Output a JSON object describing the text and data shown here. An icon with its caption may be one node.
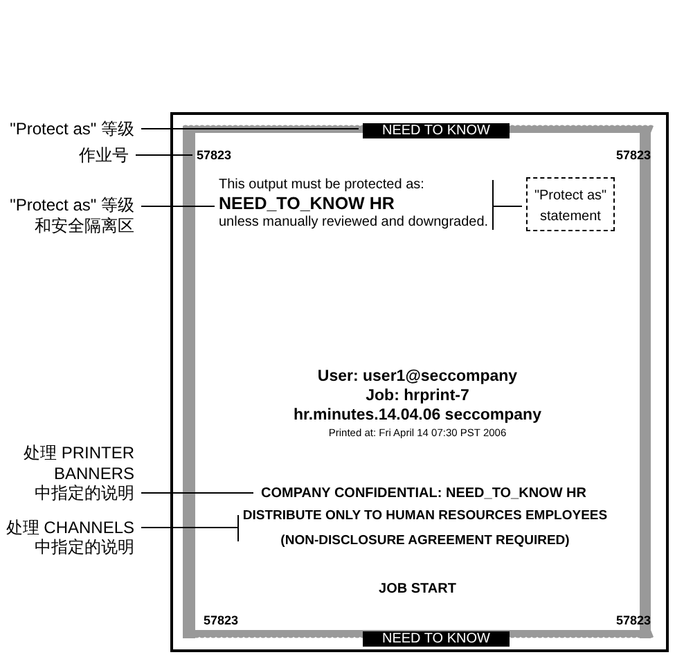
{
  "diagram": {
    "nodes": [
      {
        "text": [
          "\"Protect as\" 等级"
        ]
      },
      {
        "text": [
          "NEED TO KNOW"
        ]
      },
      {
        "text": [
          "作业号"
        ]
      },
      {
        "text": [
          "57823"
        ]
      },
      {
        "text": [
          "\"Protect as\" 等级和安全隔离区"
        ]
      },
      {
        "text": [
          "This output must be protected as:",
          "NEED_TO_KNOW HR",
          "unless manually reviewed and downgraded."
        ]
      },
      {
        "text": [
          "\"Protect as\" statement"
        ]
      },
      {
        "text": [
          "处理 PRINTER BANNERS 中指定的说明"
        ]
      },
      {
        "text": [
          "处理 CHANNELS 中指定的说明"
        ]
      },
      {
        "text": [
          "COMPANY CONFIDENTIAL: NEED_TO_KNOW HR"
        ]
      },
      {
        "text": [
          "DISTRIBUTE ONLY TO HUMAN RESOURCES EMPLOYEES",
          "(NON-DISCLOSURE AGREEMENT REQUIRED)"
        ]
      },
      {
        "text": [
          "NEED TO KNOW"
        ]
      }
    ],
    "edges": [
      {
        "from": 0,
        "to": 1,
        "arrow": "none"
      },
      {
        "from": 2,
        "to": 3,
        "arrow": "none"
      },
      {
        "from": 4,
        "to": 5,
        "arrow": "none"
      },
      {
        "from": 5,
        "to": 6,
        "arrow": "none"
      },
      {
        "from": 7,
        "to": 9,
        "arrow": "none"
      },
      {
        "from": 8,
        "to": 10,
        "arrow": "none"
      }
    ],
    "labels": [
      "57823",
      "User: user1@seccompany",
      "Job: hrprint-7",
      "hr.minutes.14.04.06 seccompany",
      "Printed at: Fri April 14 07:30 PST 2006",
      "JOB START",
      "57823",
      "57823"
    ]
  }
}
